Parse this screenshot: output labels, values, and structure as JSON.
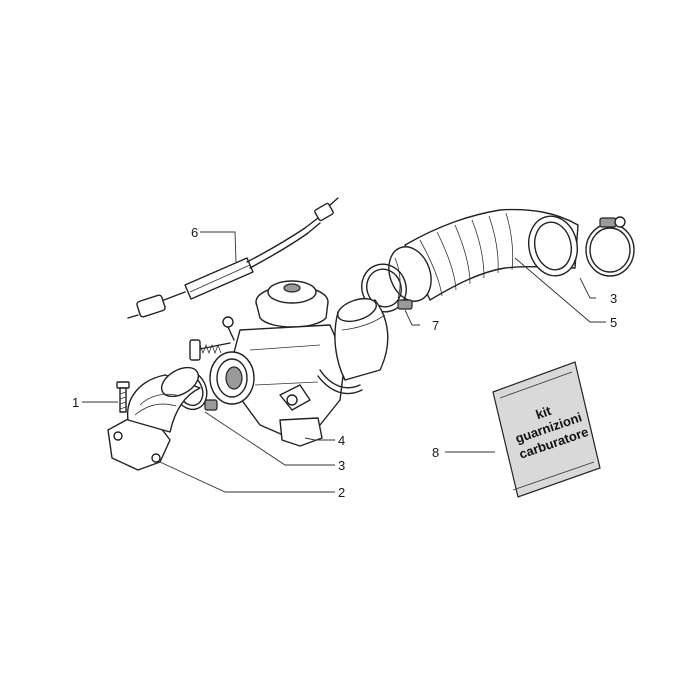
{
  "callouts": [
    {
      "number": "1"
    },
    {
      "number": "2"
    },
    {
      "number": "3"
    },
    {
      "number": "4"
    },
    {
      "number": "3"
    },
    {
      "number": "5"
    },
    {
      "number": "6"
    },
    {
      "number": "7"
    },
    {
      "number": "8"
    }
  ],
  "kit_bag": {
    "line1": "kit",
    "line2": "guarnizioni",
    "line3": "carburatore"
  }
}
